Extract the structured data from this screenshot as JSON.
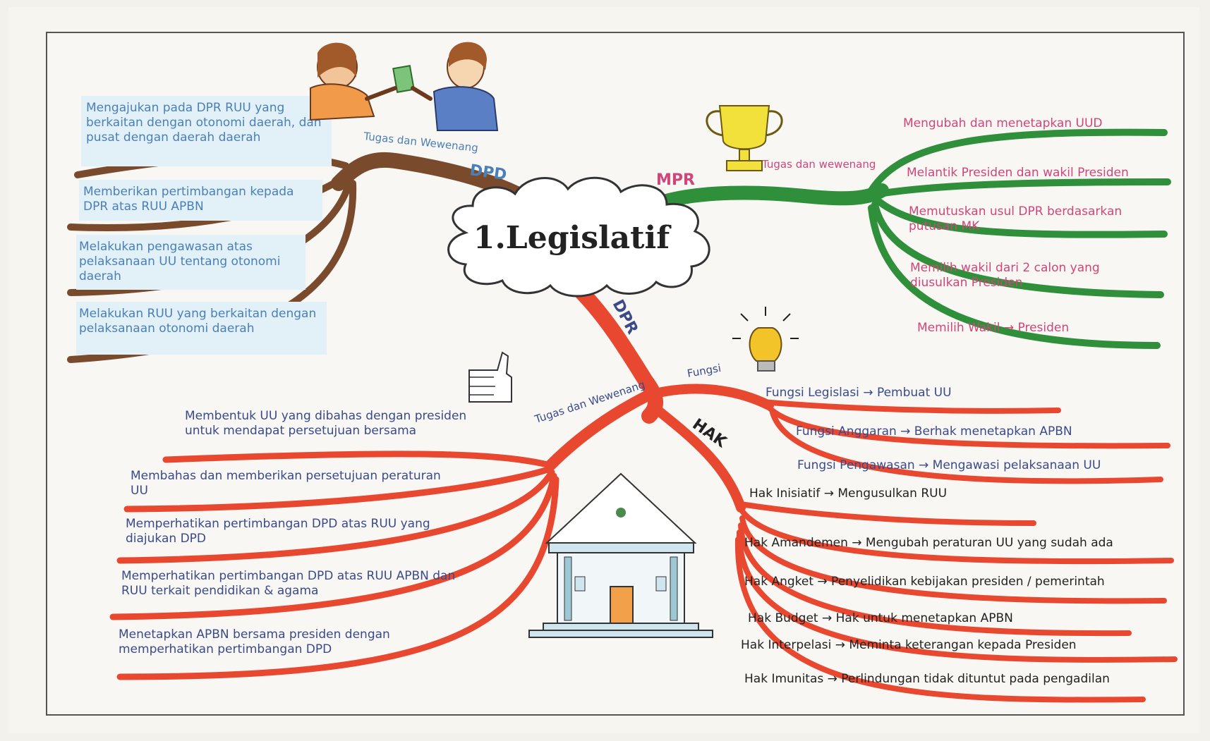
{
  "colors": {
    "dpd": "#7a4a2c",
    "mpr": "#2f8f3a",
    "dpr": "#e8482f",
    "dpd_text": "#4a7fb8",
    "mpr_text": "#d0457a",
    "dpr_text": "#3a4a8a",
    "hak_text": "#222222",
    "title": "#222222"
  },
  "center": {
    "title": "1.Legislatif"
  },
  "branches": {
    "dpd": {
      "name": "DPD",
      "sub": "Tugas dan Wewenang",
      "items": [
        "Mengajukan pada DPR RUU yang berkaitan dengan otonomi daerah, dan pusat dengan daerah daerah",
        "Memberikan pertimbangan kepada DPR atas RUU APBN",
        "Melakukan pengawasan atas pelaksanaan UU tentang otonomi daerah",
        "Melakukan RUU yang berkaitan dengan pelaksanaan otonomi daerah"
      ]
    },
    "mpr": {
      "name": "MPR",
      "sub": "Tugas dan wewenang",
      "items": [
        "Mengubah dan menetapkan UUD",
        "Melantik Presiden dan wakil Presiden",
        "Memutuskan usul DPR berdasarkan putusan MK",
        "Memilih wakil dari 2 calon yang diusulkan Presiden",
        "Memilih Wakil → Presiden"
      ]
    },
    "dpr": {
      "name": "DPR",
      "tugas_label": "Tugas dan Wewenang",
      "fungsi_label": "Fungsi",
      "hak_label": "HAK",
      "tugas": [
        "Membentuk UU yang dibahas dengan presiden untuk mendapat persetujuan bersama",
        "Membahas dan memberikan persetujuan peraturan UU",
        "Memperhatikan pertimbangan DPD atas RUU yang diajukan DPD",
        "Memperhatikan pertimbangan DPD atas RUU APBN dan RUU terkait pendidikan & agama",
        "Menetapkan APBN bersama presiden dengan memperhatikan pertimbangan DPD"
      ],
      "fungsi": [
        "Fungsi Legislasi → Pembuat UU",
        "Fungsi Anggaran → Berhak menetapkan APBN",
        "Fungsi Pengawasan → Mengawasi pelaksanaan UU"
      ],
      "hak": [
        "Hak Inisiatif → Mengusulkan RUU",
        "Hak Amandemen → Mengubah peraturan UU yang sudah ada",
        "Hak Angket → Penyelidikan kebijakan presiden / pemerintah",
        "Hak Budget → Hak untuk menetapkan APBN",
        "Hak Interpelasi → Meminta keterangan kepada Presiden",
        "Hak Imunitas → Perlindungan tidak dituntut pada pengadilan"
      ]
    }
  }
}
